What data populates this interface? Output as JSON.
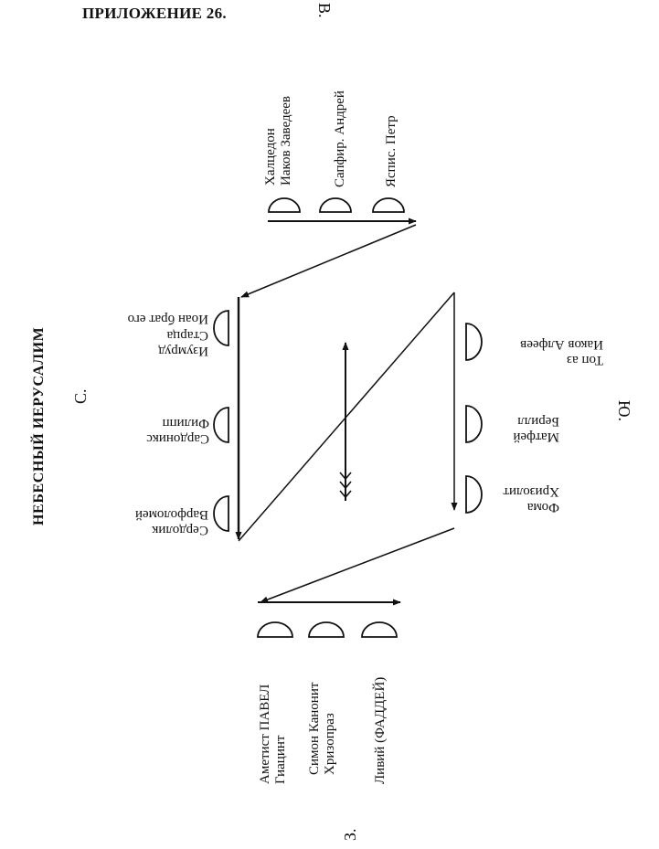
{
  "header": {
    "appendix": "ПРИЛОЖЕНИЕ 26.",
    "title": "НЕБЕСНЫЙ ИЕРУСАЛИМ"
  },
  "directions": {
    "east": "В.",
    "north": "С.",
    "south": "Ю.",
    "west": "З."
  },
  "gates": {
    "east": [
      {
        "lines": [
          "Халцедон",
          "Иаков Заведеев"
        ]
      },
      {
        "lines": [
          "Сапфир. Андрей"
        ]
      },
      {
        "lines": [
          "Яспис. Петр"
        ]
      }
    ],
    "north": [
      {
        "lines": [
          "Изумруд",
          "Старца",
          "Иоан брат его"
        ]
      },
      {
        "lines": [
          "Сардоникс",
          "Филипп"
        ]
      },
      {
        "lines": [
          "Сердолик",
          "Варфоломей"
        ]
      }
    ],
    "south": [
      {
        "lines": [
          "Топ аз",
          "Иаков Алфеев"
        ]
      },
      {
        "lines": [
          "Матфей",
          "Берилл"
        ]
      },
      {
        "lines": [
          "Фома",
          "Хризолит"
        ]
      }
    ],
    "west": [
      {
        "lines": [
          "Аметист ПАВЕЛ",
          "Гиацинт"
        ]
      },
      {
        "lines": [
          "Симон Канонит",
          "Хризопраз"
        ]
      },
      {
        "lines": [
          "Ливий (ФАДДЕЙ)"
        ]
      }
    ]
  },
  "colors": {
    "ink": "#111111",
    "paper": "#ffffff"
  },
  "icons": {
    "gate": "semicircle-gate-icon",
    "arrowhead": "arrowhead-icon",
    "fletching": "arrow-fletching-icon"
  }
}
